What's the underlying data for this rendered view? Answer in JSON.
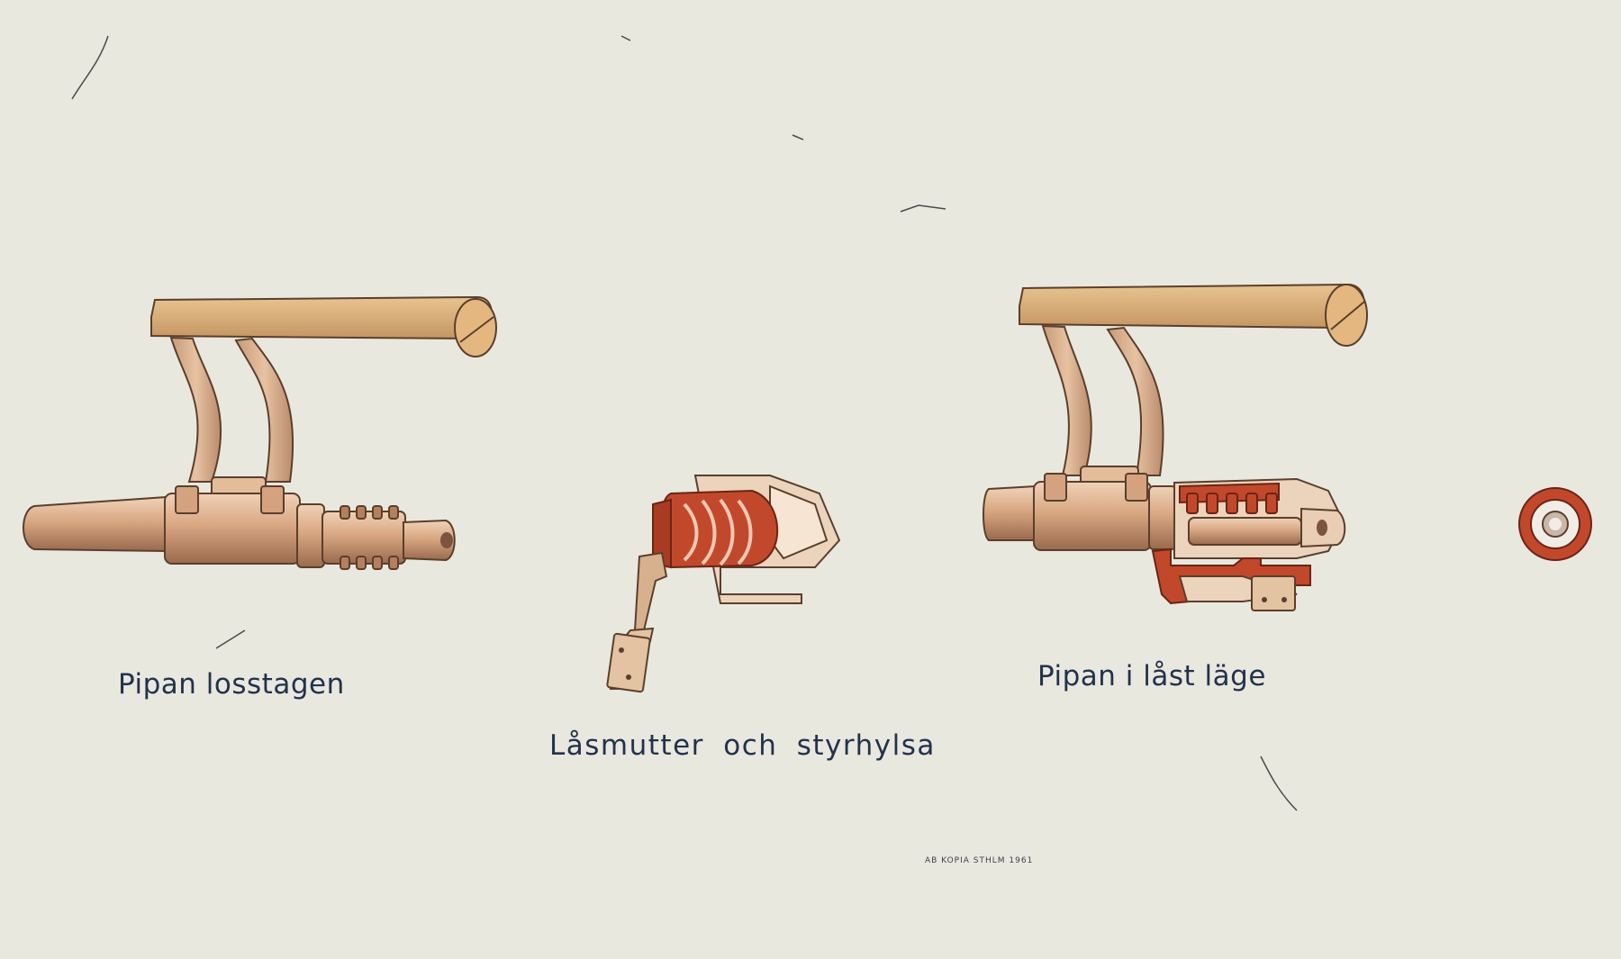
{
  "captions": {
    "left": "Pipan losstagen",
    "middle": "Låsmutter och styrhylsa",
    "right": "Pipan i låst läge"
  },
  "credit": "AB KOPIA STHLM 1961",
  "colors": {
    "background": "#e9e8df",
    "barrel_tan": "#d9a57f",
    "handle_tan": "#ddb27a",
    "section_red": "#c2482c",
    "text_navy": "#23324c"
  }
}
